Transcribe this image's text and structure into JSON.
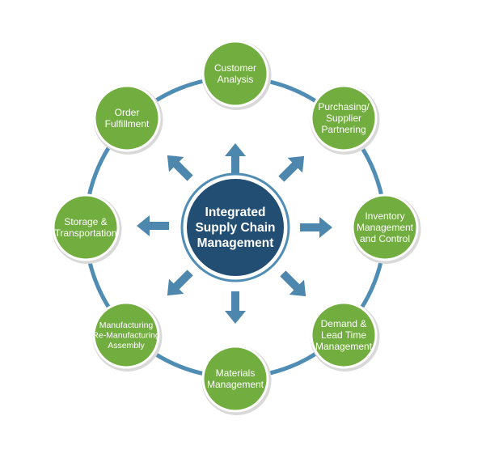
{
  "colors": {
    "ring": "#4f8db4",
    "node_fill": "#72ad3f",
    "node_stroke": "#ffffff",
    "node_shadow": "#d9d9d9",
    "center_fill": "#234e73",
    "center_ring": "#4f8db4",
    "arrow": "#4e87ae",
    "text_light": "#ffffff"
  },
  "center": {
    "lines": [
      "Integrated",
      "Supply Chain",
      "Management"
    ]
  },
  "nodes": [
    {
      "id": "customer-analysis",
      "lines": [
        "Customer",
        "Analysis"
      ]
    },
    {
      "id": "purchasing-supplier-partnering",
      "lines": [
        "Purchasing/",
        "Supplier",
        "Partnering"
      ]
    },
    {
      "id": "inventory-management-and-control",
      "lines": [
        "Inventory",
        "Management",
        "and Control"
      ]
    },
    {
      "id": "demand-lead-time-management",
      "lines": [
        "Demand &",
        "Lead Time",
        "Management"
      ]
    },
    {
      "id": "materials-management",
      "lines": [
        "Materials",
        "Management"
      ]
    },
    {
      "id": "manufacturing-remanufacturing-assembly",
      "lines": [
        "Manufacturing",
        "Re-Manufacturing",
        "Assembly"
      ]
    },
    {
      "id": "storage-transportation",
      "lines": [
        "Storage &",
        "Transportation"
      ]
    },
    {
      "id": "order-fulfillment",
      "lines": [
        "Order",
        "Fulfillment"
      ]
    }
  ],
  "arrows": [
    {
      "id": "up",
      "direction": "n"
    },
    {
      "id": "up-right",
      "direction": "ne"
    },
    {
      "id": "right",
      "direction": "e"
    },
    {
      "id": "down-right",
      "direction": "se"
    },
    {
      "id": "down",
      "direction": "s"
    },
    {
      "id": "down-left",
      "direction": "sw"
    },
    {
      "id": "left",
      "direction": "w"
    },
    {
      "id": "up-left",
      "direction": "nw"
    }
  ]
}
